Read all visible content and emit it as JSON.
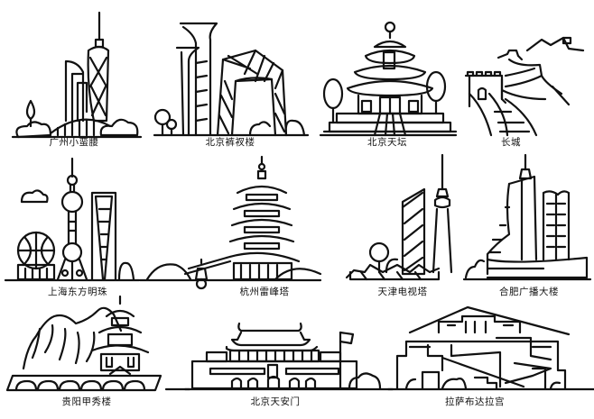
{
  "landmarks": [
    {
      "id": "canton-tower",
      "caption": "广州小蛮腰"
    },
    {
      "id": "birds-nest-cctv",
      "caption": "北京裤衩楼"
    },
    {
      "id": "temple-of-heaven",
      "caption": "北京天坛"
    },
    {
      "id": "great-wall",
      "caption": "长城"
    },
    {
      "id": "oriental-pearl",
      "caption": "上海东方明珠"
    },
    {
      "id": "leifeng-pagoda",
      "caption": "杭州雷峰塔"
    },
    {
      "id": "tianjin-tv-tower",
      "caption": "天津电视塔"
    },
    {
      "id": "hefei-radio-building",
      "caption": "合肥广播大楼"
    },
    {
      "id": "jiaxiu-tower",
      "caption": "贵阳甲秀楼"
    },
    {
      "id": "tiananmen",
      "caption": "北京天安门"
    },
    {
      "id": "potala-palace",
      "caption": "拉萨布达拉宫"
    }
  ],
  "colors": {
    "line": "#111111",
    "background": "#ffffff"
  }
}
